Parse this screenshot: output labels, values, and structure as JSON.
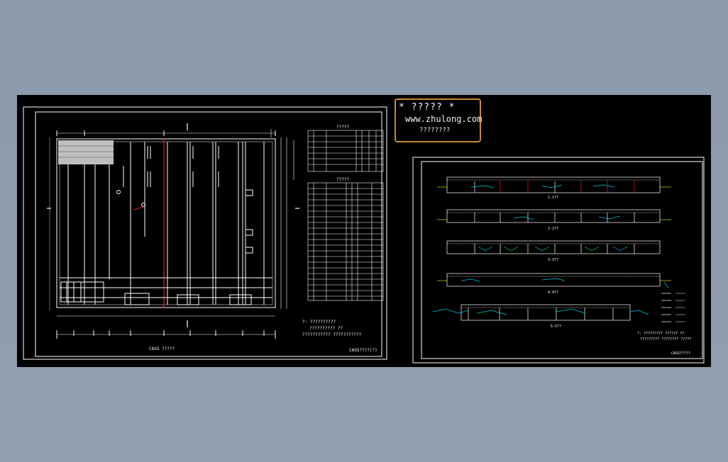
{
  "watermark": {
    "line1": "* ????? *",
    "line2": "www.zhulong.com",
    "line3": "????????"
  },
  "plan_sheet": {
    "plan_caption": "CASS ?????",
    "title_block": "CASS????(?)",
    "table1_title": "?????",
    "table2_title": "?????",
    "notes_heading": "?: ??????????",
    "notes_line1": "?????????? ??",
    "notes_line2": "??????????? ???????????"
  },
  "section_sheet": {
    "section_labels": [
      "1-1??",
      "2-2??",
      "3-3??",
      "4-4??",
      "5-5??"
    ],
    "notes_line1": "?: ????????? ?????? ??",
    "notes_line2": "????????? ????????   ?????",
    "title_block": "CASS?????"
  },
  "colors": {
    "background": "#000000",
    "linework": "#ffffff",
    "dimension": "#00c8e6",
    "highlight": "#e01e1e",
    "accent": "#d7d728",
    "watermark_border": "#c98a3e"
  }
}
